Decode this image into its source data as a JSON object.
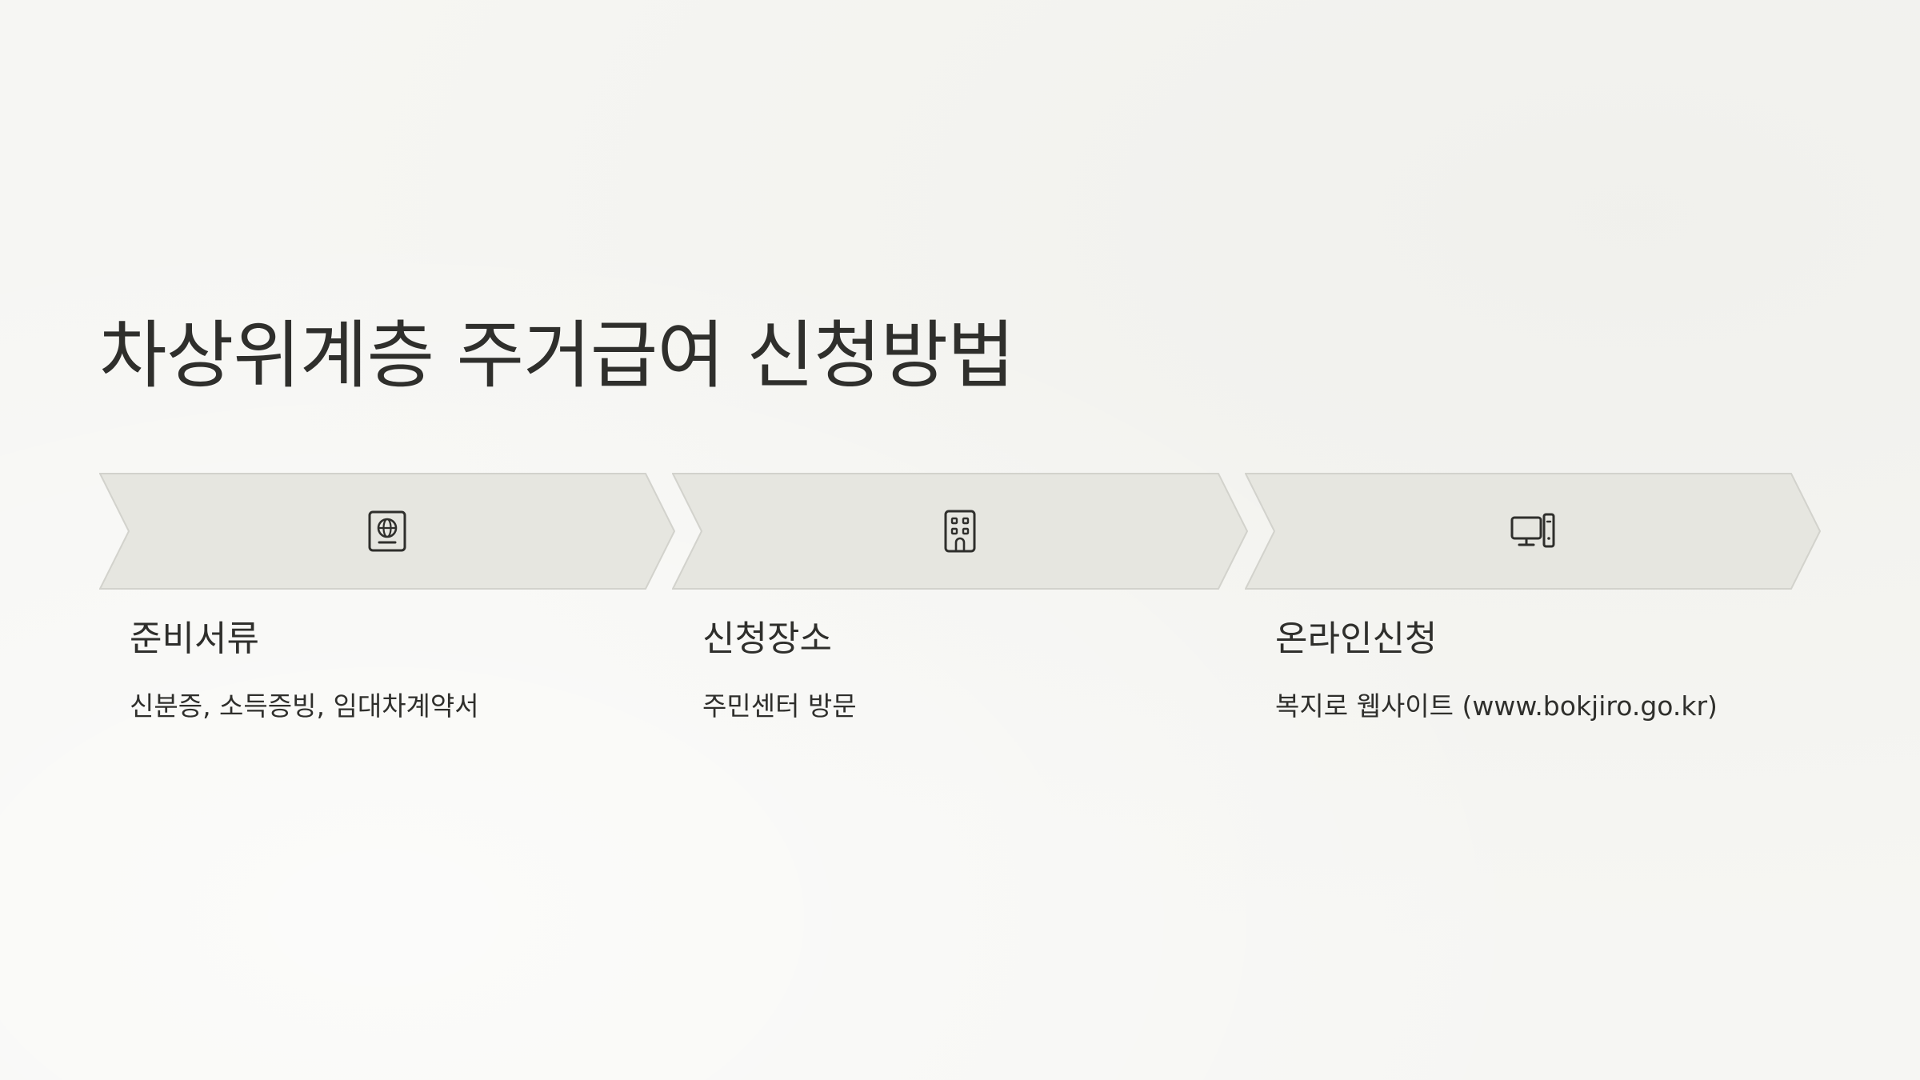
{
  "slide": {
    "title": "차상위계층 주거급여 신청방법",
    "steps": [
      {
        "icon": "passport-icon",
        "title": "준비서류",
        "description": "신분증, 소득증빙, 임대차계약서"
      },
      {
        "icon": "building-icon",
        "title": "신청장소",
        "description": "주민센터 방문"
      },
      {
        "icon": "computer-icon",
        "title": "온라인신청",
        "description": "복지로 웹사이트 (www.bokjiro.go.kr)"
      }
    ]
  },
  "colors": {
    "background": "#f6f6f3",
    "chevron_fill": "#e6e6e0",
    "chevron_stroke": "#d2d2cc",
    "text": "#2f2f2c"
  }
}
